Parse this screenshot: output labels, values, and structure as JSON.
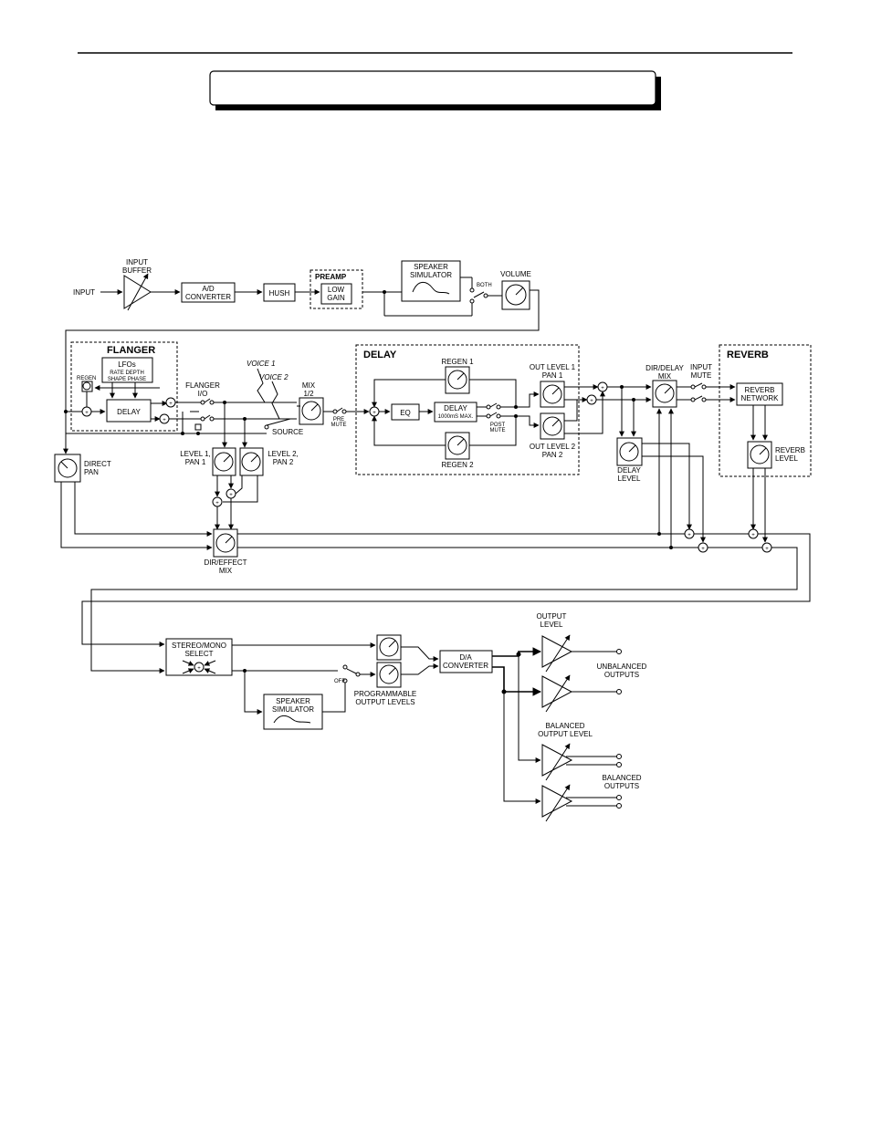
{
  "page": {
    "title": ""
  },
  "input_chain": {
    "input": "INPUT",
    "input_buffer": [
      "INPUT",
      "BUFFER"
    ],
    "ad_converter": [
      "A/D",
      "CONVERTER"
    ],
    "hush": "HUSH",
    "preamp": "PREAMP",
    "low_gain": [
      "LOW",
      "GAIN"
    ],
    "speaker_simulator": [
      "SPEAKER",
      "SIMULATOR"
    ],
    "both": "BOTH",
    "volume": "VOLUME"
  },
  "flanger": {
    "title": "FLANGER",
    "lfos": "LFOs",
    "lfo_params": [
      "RATE  DEPTH",
      "SHAPE  PHASE"
    ],
    "regen": "REGEN",
    "delay": "DELAY",
    "flanger_io": [
      "FLANGER",
      "I/O"
    ],
    "voice1": "VOICE 1",
    "voice2": "VOICE 2",
    "mix12": [
      "MIX",
      "1/2"
    ],
    "pre_mute": [
      "PRE",
      "MUTE"
    ],
    "source": "SOURCE",
    "level1": [
      "LEVEL 1,",
      "PAN 1"
    ],
    "level2": [
      "LEVEL 2,",
      "PAN 2"
    ],
    "direct_pan": [
      "DIRECT",
      "PAN"
    ],
    "dir_effect_mix": [
      "DIR/EFFECT",
      "MIX"
    ]
  },
  "delay": {
    "title": "DELAY",
    "regen1": "REGEN 1",
    "eq": "EQ",
    "delay_block": [
      "DELAY",
      "1000mS MAX."
    ],
    "post_mute": [
      "POST",
      "MUTE"
    ],
    "regen2": "REGEN 2",
    "out_level1": [
      "OUT LEVEL 1",
      "PAN 1"
    ],
    "out_level2": [
      "OUT LEVEL 2",
      "PAN 2"
    ],
    "dir_delay_mix": [
      "DIR/DELAY",
      "MIX"
    ],
    "delay_level": [
      "DELAY",
      "LEVEL"
    ]
  },
  "reverb": {
    "title": "REVERB",
    "input_mute": [
      "INPUT",
      "MUTE"
    ],
    "reverb_network": [
      "REVERB",
      "NETWORK"
    ],
    "reverb_level": [
      "REVERB",
      "LEVEL"
    ]
  },
  "output": {
    "stereo_mono": [
      "STEREO/MONO",
      "SELECT"
    ],
    "speaker_simulator": [
      "SPEAKER",
      "SIMULATOR"
    ],
    "off": "OFF",
    "programmable": [
      "PROGRAMMABLE",
      "OUTPUT LEVELS"
    ],
    "da_converter": [
      "D/A",
      "CONVERTER"
    ],
    "output_level": [
      "OUTPUT",
      "LEVEL"
    ],
    "unbalanced": [
      "UNBALANCED",
      "OUTPUTS"
    ],
    "balanced_level": [
      "BALANCED",
      "OUTPUT LEVEL"
    ],
    "balanced": [
      "BALANCED",
      "OUTPUTS"
    ]
  }
}
